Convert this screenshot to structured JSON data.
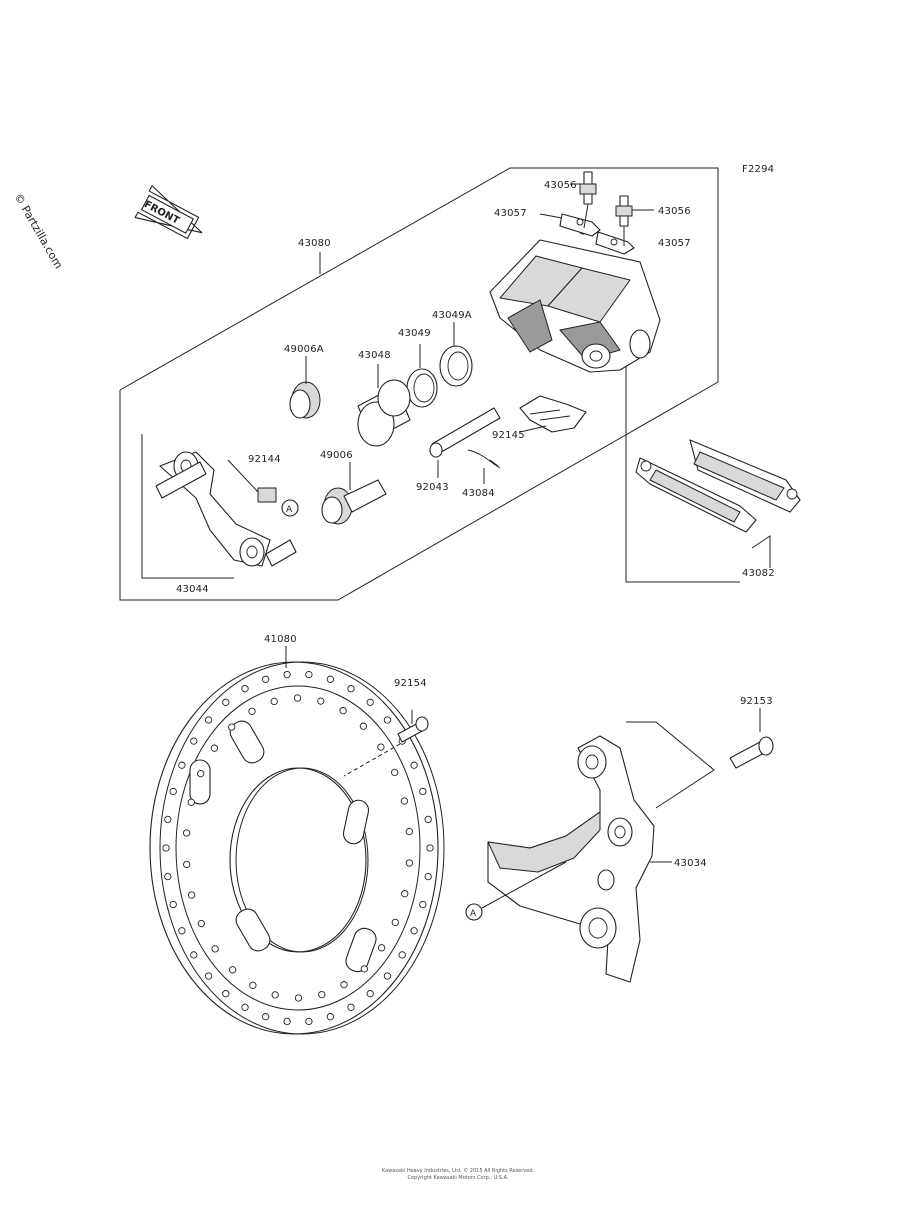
{
  "diagram": {
    "ref_code": "F2294",
    "watermark": "© Partzilla.com",
    "front_arrow_label": "FRONT",
    "ref_marker": "A",
    "footer_line1": "Kawasaki Heavy Industries, Ltd. © 2015 All Rights Reserved.",
    "footer_line2": "Copyright Kawasaki Motors Corp., U.S.A."
  },
  "parts": {
    "p43056a": "43056",
    "p43056b": "43056",
    "p43057a": "43057",
    "p43057b": "43057",
    "p43080": "43080",
    "p43049a": "43049A",
    "p43049": "43049",
    "p43048": "43048",
    "p49006a": "49006A",
    "p92145": "92145",
    "p92144": "92144",
    "p49006": "49006",
    "p92043": "92043",
    "p43084": "43084",
    "p43082": "43082",
    "p43044": "43044",
    "p41080": "41080",
    "p92154": "92154",
    "p92153": "92153",
    "p43034": "43034"
  }
}
